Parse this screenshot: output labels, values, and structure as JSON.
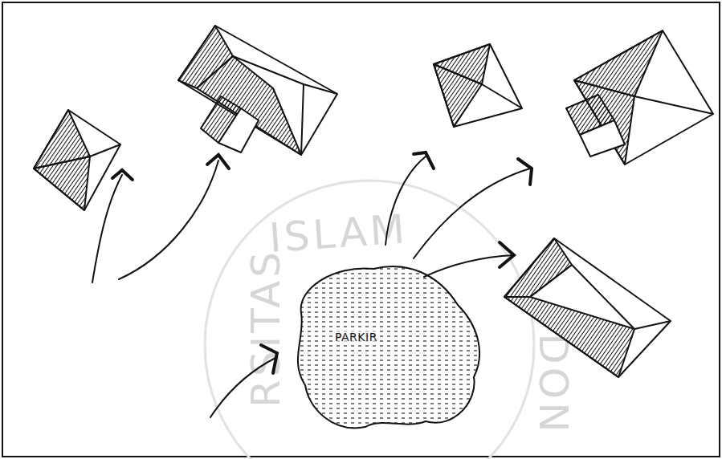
{
  "diagram": {
    "nodes": [
      {
        "text": [
          "PARKIR"
        ]
      }
    ],
    "labels": [
      "ISLAM",
      "RSITAS",
      "DON"
    ]
  }
}
